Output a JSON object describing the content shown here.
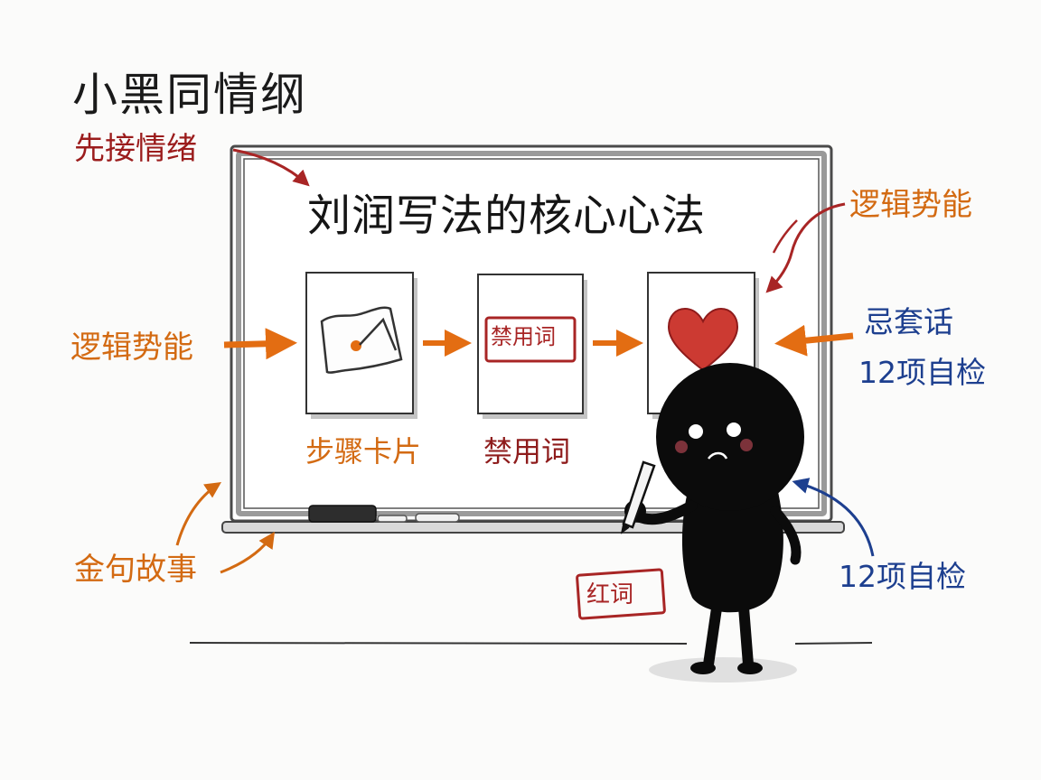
{
  "texts": {
    "title": "小黑同情纲",
    "first_emotion": "先接情绪",
    "board_title": "刘润写法的核心心法",
    "left_logic": "逻辑势能",
    "right_logic": "逻辑势能",
    "avoid_cliche": "忌套话",
    "check_12_a": "12项自检",
    "check_12_b": "12项自检",
    "golden_story": "金句故事",
    "card1_caption": "步骤卡片",
    "card2_caption": "禁用词",
    "card2_stamp": "禁用词",
    "red_stamp": "红词"
  },
  "colors": {
    "title": "#1a1a1a",
    "red_label": "#9b1c1c",
    "orange_label": "#d36a12",
    "blue_label": "#1d3f8f",
    "stamp_red": "#a82525",
    "heart": "#cc3a32",
    "character": "#0b0b0b",
    "board_frame": "#8a8a8a"
  },
  "icons": {
    "card1": "torn-paper-pencil-icon",
    "card2": "stamp-icon",
    "card3": "heart-icon",
    "character": "stick-figure-character",
    "pen": "pen-icon"
  }
}
